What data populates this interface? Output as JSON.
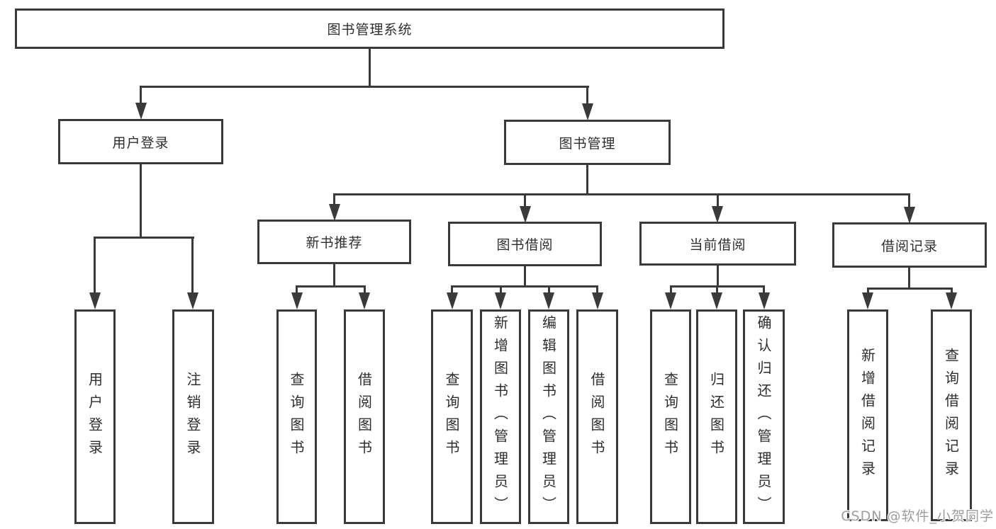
{
  "diagram": {
    "type": "hierarchy-tree",
    "colors": {
      "line": "#3a3a3a",
      "text": "#2e2e2e",
      "background": "#ffffff",
      "watermark": "#9d9d9d"
    },
    "nodes": {
      "root": {
        "label": "图书管理系统"
      },
      "level1": {
        "user_login": {
          "label": "用户登录"
        },
        "book_mgmt": {
          "label": "图书管理"
        }
      },
      "level2": {
        "new_book_rec": {
          "label": "新书推荐",
          "parent": "图书管理"
        },
        "book_borrow": {
          "label": "图书借阅",
          "parent": "图书管理"
        },
        "current_borrow": {
          "label": "当前借阅",
          "parent": "图书管理"
        },
        "borrow_record": {
          "label": "借阅记录",
          "parent": "图书管理"
        }
      },
      "leaves": [
        {
          "label": "用户登录",
          "parent": "用户登录"
        },
        {
          "label": "注销登录",
          "parent": "用户登录"
        },
        {
          "label": "查询图书",
          "parent": "新书推荐"
        },
        {
          "label": "借阅图书",
          "parent": "新书推荐"
        },
        {
          "label": "查询图书",
          "parent": "图书借阅"
        },
        {
          "label": "新增图书（管理员）",
          "parent": "图书借阅"
        },
        {
          "label": "编辑图书（管理员）",
          "parent": "图书借阅"
        },
        {
          "label": "借阅图书",
          "parent": "图书借阅"
        },
        {
          "label": "查询图书",
          "parent": "当前借阅"
        },
        {
          "label": "归还图书",
          "parent": "当前借阅"
        },
        {
          "label": "确认归还（管理员）",
          "parent": "当前借阅"
        },
        {
          "label": "新增借阅记录",
          "parent": "借阅记录"
        },
        {
          "label": "查询借阅记录",
          "parent": "借阅记录"
        }
      ]
    },
    "watermark": "CSDN @软件_小贺同学"
  }
}
